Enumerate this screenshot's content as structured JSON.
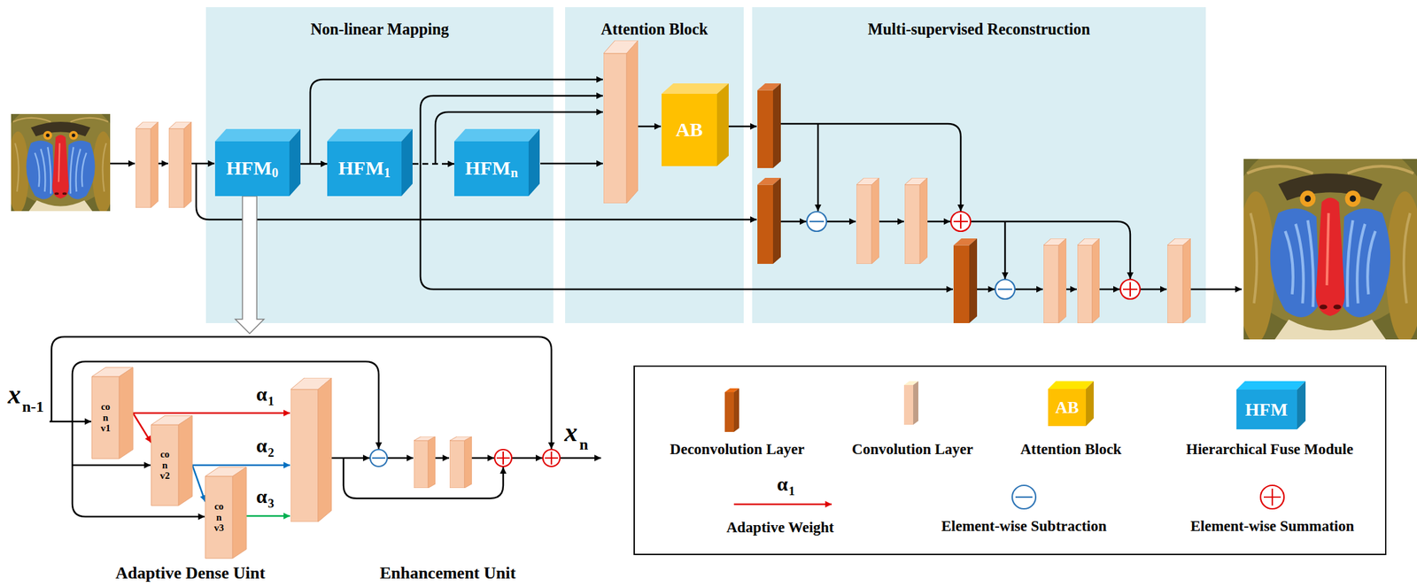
{
  "diagram": {
    "nodes": [
      {
        "text": [
          "Non-linear Mapping"
        ]
      },
      {
        "text": [
          "HFM",
          "0"
        ],
        "in": 0
      },
      {
        "text": [
          "HFM",
          "1"
        ],
        "in": 0
      },
      {
        "text": [
          "HFM",
          "n"
        ],
        "in": 0
      },
      {
        "text": [
          "Attention Block"
        ]
      },
      {
        "text": [
          "AB"
        ],
        "in": 4
      },
      {
        "text": [
          "Multi-supervised Reconstruction"
        ]
      },
      {
        "text": [
          "conv1"
        ]
      },
      {
        "text": [
          "conv2"
        ]
      },
      {
        "text": [
          "conv3"
        ]
      }
    ],
    "edges": [
      {
        "from": 1,
        "to": 2,
        "arrow": "to"
      },
      {
        "from": 2,
        "to": 3,
        "arrow": "to"
      },
      {
        "from": 7,
        "to": 8,
        "arrow": "to"
      },
      {
        "from": 8,
        "to": 9,
        "arrow": "to"
      }
    ],
    "labels": [
      "α",
      "1",
      "α",
      "2",
      "α",
      "3",
      "x",
      "n-1",
      "x",
      "n",
      "Adaptive Dense Uint",
      "Enhancement Unit",
      "AB",
      "HFM",
      "α",
      "1"
    ],
    "legend": [
      {
        "text": "Deconvolution Layer",
        "color": "#c55a11"
      },
      {
        "text": "Convolution Layer",
        "color": "#f8cbad"
      },
      {
        "text": "Attention Block",
        "color": "#ffc000"
      },
      {
        "text": "Hierarchical Fuse Module",
        "color": "#1aa3e0"
      },
      {
        "text": "Adaptive Weight"
      },
      {
        "text": "Element-wise Subtraction"
      },
      {
        "text": "Element-wise Summation"
      }
    ]
  }
}
